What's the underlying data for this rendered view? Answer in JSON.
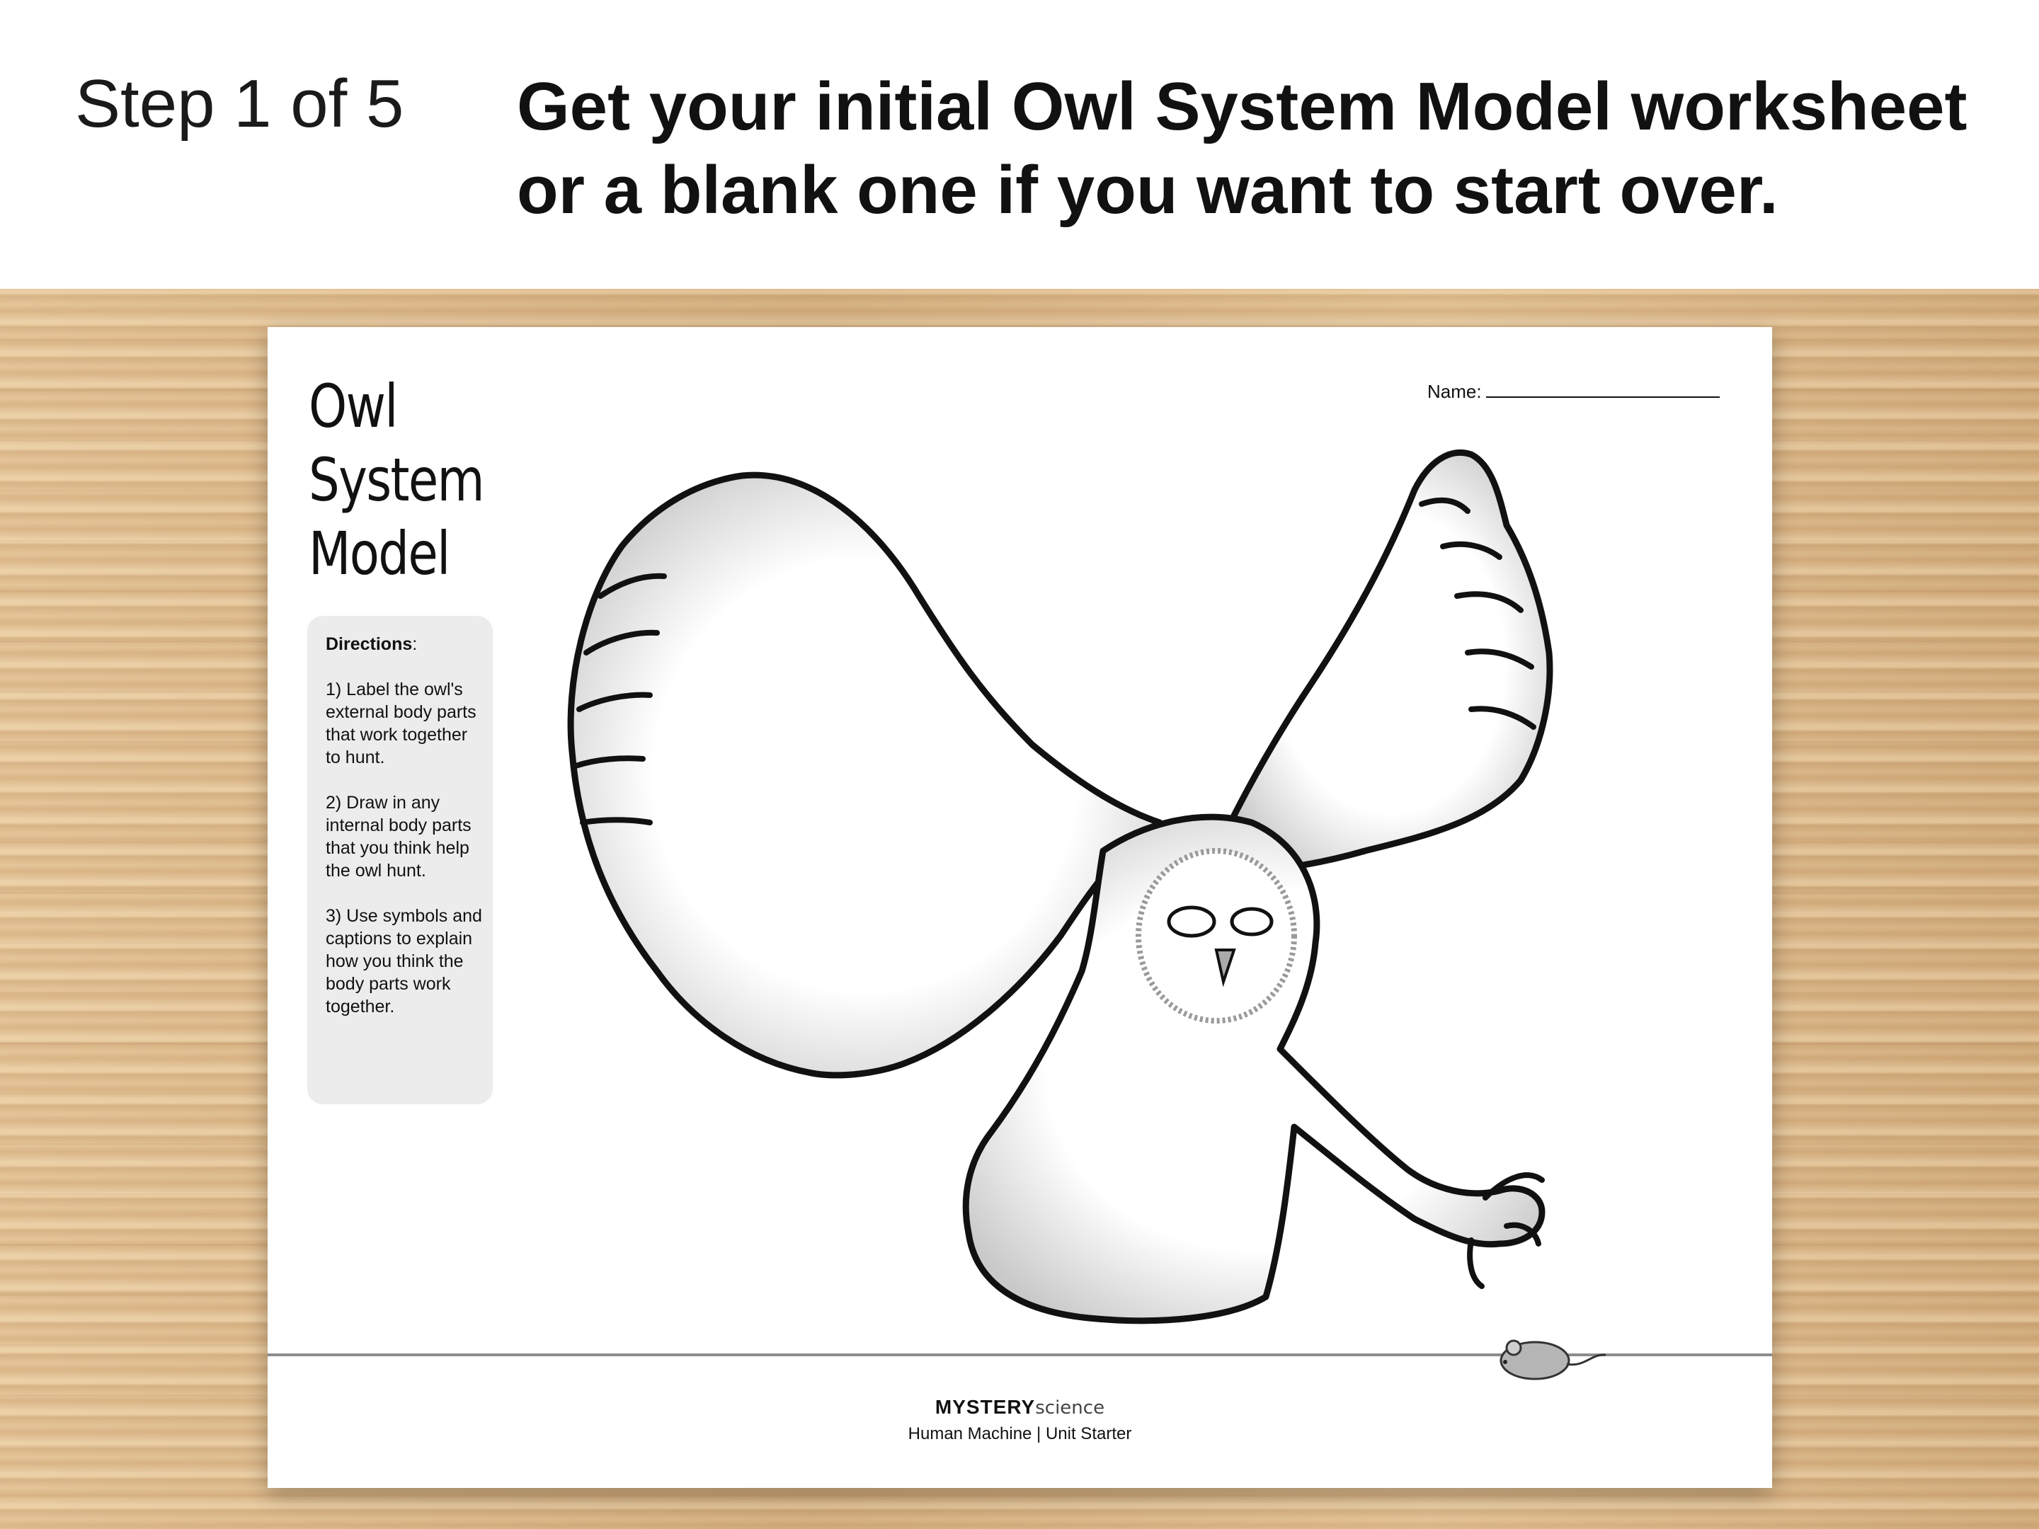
{
  "header": {
    "step": "Step 1 of 5",
    "instruction_line1": "Get your initial Owl System Model worksheet",
    "instruction_line2": "or a blank one if you want to start over."
  },
  "worksheet": {
    "title_lines": [
      "Owl",
      "System",
      "Model"
    ],
    "name_label": "Name:",
    "directions": {
      "heading": "Directions",
      "colon": ":",
      "items": [
        "1)  Label the owl's external body parts that work together to hunt.",
        "2)  Draw in any internal body parts that you think help the owl hunt.",
        "3)  Use symbols and captions to explain how you think the body parts work together."
      ]
    },
    "footer": {
      "brand_bold": "MYSTERY",
      "brand_light": "science",
      "subtitle": "Human Machine | Unit Starter"
    }
  }
}
